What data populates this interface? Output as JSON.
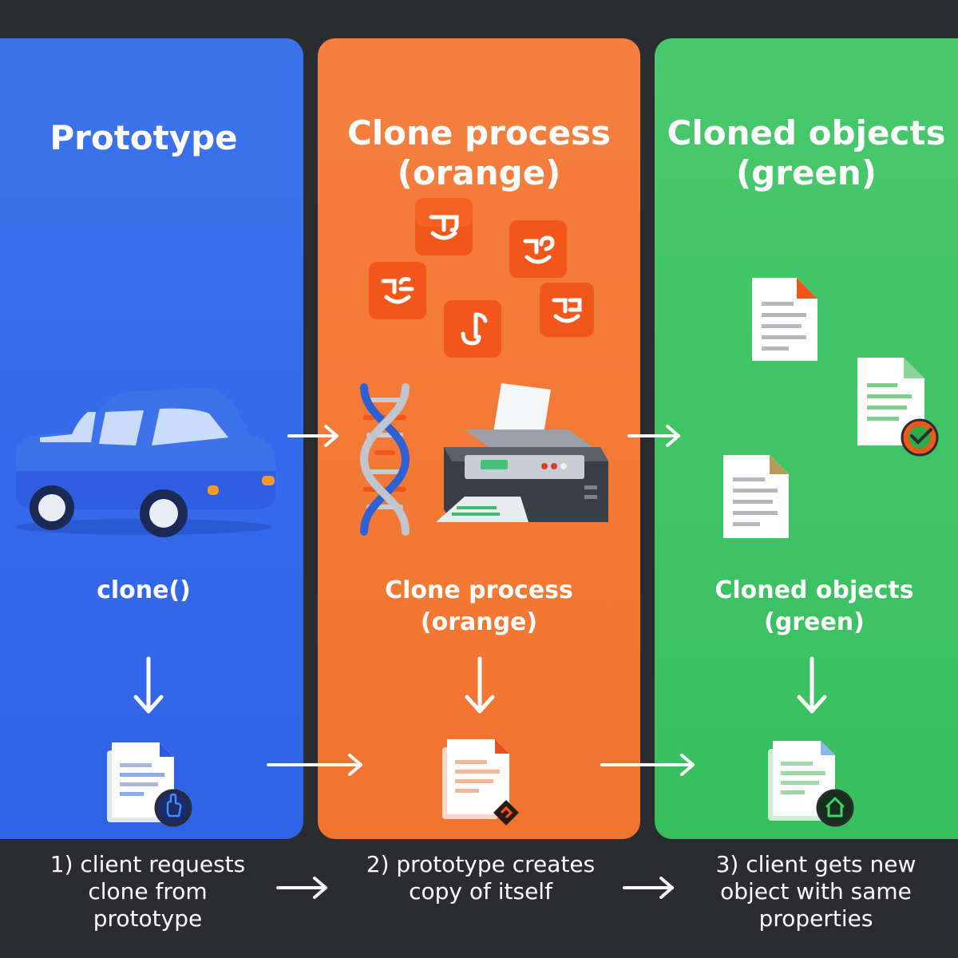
{
  "panels": {
    "prototype": {
      "title": "Prototype",
      "method": "clone()",
      "color": "#3a6fe9"
    },
    "clone_process": {
      "title_lines": [
        "Clone process",
        "(orange)"
      ],
      "sub_lines": [
        "Clone process",
        "(orange)"
      ],
      "color": "#f27935"
    },
    "cloned_objects": {
      "title_lines": [
        "Cloned objects",
        "(green)"
      ],
      "sub_lines": [
        "Cloned objects",
        "(green)"
      ],
      "color": "#3fc465"
    }
  },
  "steps": [
    {
      "lines": [
        "1) client requests",
        "clone from",
        "prototype"
      ]
    },
    {
      "lines": [
        "2) prototype creates",
        "copy of itself"
      ]
    },
    {
      "lines": [
        "3) client gets new",
        "object with same",
        "properties"
      ]
    }
  ],
  "colors": {
    "background": "#2b2c30",
    "blue_accent": "#1f3fbf",
    "orange_accent": "#e8501c",
    "green_accent": "#1f9a3c"
  }
}
